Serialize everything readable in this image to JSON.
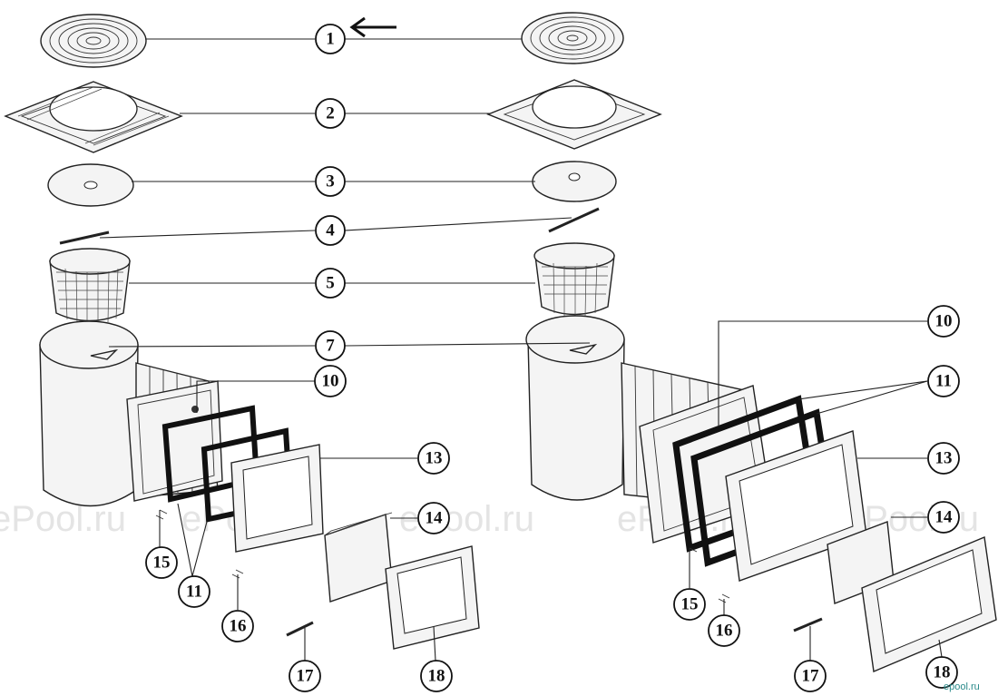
{
  "callouts": {
    "left": {
      "c1": "1",
      "c2": "2",
      "c3": "3",
      "c4": "4",
      "c5": "5",
      "c7": "7",
      "c10": "10",
      "c11": "11",
      "c13": "13",
      "c14": "14",
      "c15": "15",
      "c16": "16",
      "c17": "17",
      "c18": "18"
    },
    "right": {
      "c10": "10",
      "c11": "11",
      "c13": "13",
      "c14": "14",
      "c15": "15",
      "c16": "16",
      "c17": "17",
      "c18": "18"
    }
  },
  "watermark": {
    "text": "ePool.ru",
    "corner_logo": "epool.ru"
  },
  "colors": {
    "ink": "#111111",
    "background": "#ffffff",
    "watermark": "#dcdcdc",
    "logo": "#2a8a8a"
  },
  "icons": {
    "pointer": "arrow-left-icon"
  }
}
